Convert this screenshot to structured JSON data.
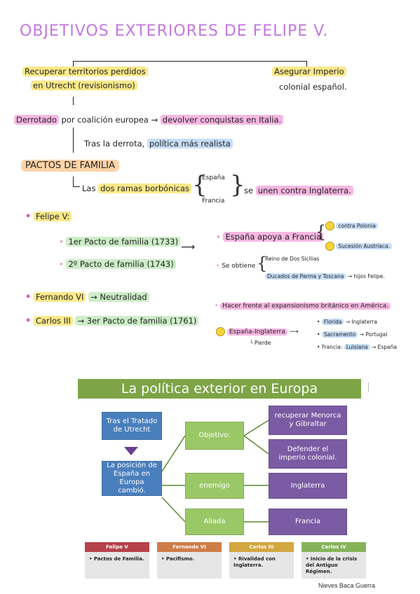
{
  "notes": {
    "title": "OBJETIVOS EXTERIORES DE FELIPE V.",
    "left_goal_1": "Recuperar territorios perdidos",
    "left_goal_2": "en Utrecht (revisionismo)",
    "right_goal_1": "Asegurar Imperio",
    "right_goal_2": "colonial español.",
    "defeat_text": "Derrotado",
    "defeat_rest": "por coalición europea",
    "arrow": "→",
    "defeat_result": "devolver conquistas en Italia.",
    "after_defeat": "Tras la derrota,",
    "realist_policy": "política más realista",
    "pactos_heading": "PACTOS DE FAMILIA",
    "branches_prefix": "Las",
    "branches_text": "dos ramas borbónicas",
    "espana": "España",
    "francia": "Francia",
    "unite_text": "se",
    "unite_hl": "unen contra Inglaterra.",
    "felipe_v": "Felipe V:",
    "pacto1": "1er Pacto de familia (1733)",
    "pacto2": "2º Pacto de familia (1743)",
    "spain_supports": "España apoya a Francia",
    "contra_polonia": "contra Polonia",
    "sucesion_austriaca": "Sucesión Austríaca.",
    "se_obtiene": "Se obtiene",
    "reino_sicilias": "Reino de Dos Sicilias",
    "ducados": "Ducados de Parma y Toscana",
    "hijos_felipe": "→ hijos Felipe.",
    "fernando_vi": "Fernando VI",
    "neutralidad": "→ Neutralidad",
    "carlos_iii": "Carlos III",
    "pacto3": "→ 3er Pacto de familia (1761)",
    "hacer_frente": "Hacer frente al expansionismo británico en América.",
    "espana_inglaterra": "España-Inglaterra",
    "pierde": "Pierde",
    "florida": "Florida",
    "inglaterra": "Inglaterra",
    "sacramento": "Sacramento",
    "portugal": "Portugal",
    "francia_label": "Francia:",
    "luisiana": "Luisiana",
    "espana2": "España"
  },
  "diagram": {
    "banner": "La política exterior en Europa",
    "tras_tratado": "Tras el Tratado de Utrecht",
    "posicion": "La posición de España en Europa cambió.",
    "objetivo": "Objetivo:",
    "recuperar": "recuperar Menorca y Gibraltar",
    "defender": "Defender el imperio colonial.",
    "enemigo": "enemigo",
    "inglaterra": "Inglaterra",
    "aliada": "Aliada",
    "francia": "Francia",
    "kings": [
      {
        "name": "Felipe V",
        "item": "• Pactos de Familia.",
        "color": "#b5424b"
      },
      {
        "name": "Fernando VI",
        "item": "• Pacifismo.",
        "color": "#cf7d48"
      },
      {
        "name": "Carlos III",
        "item": "• Rivalidad con Inglaterra.",
        "color": "#d2a73f"
      },
      {
        "name": "Carlos IV",
        "item": "• Inicio de la crisis del Antiguo Régimen.",
        "color": "#86b35a"
      }
    ]
  },
  "author": "Nieves Baca Guerra"
}
